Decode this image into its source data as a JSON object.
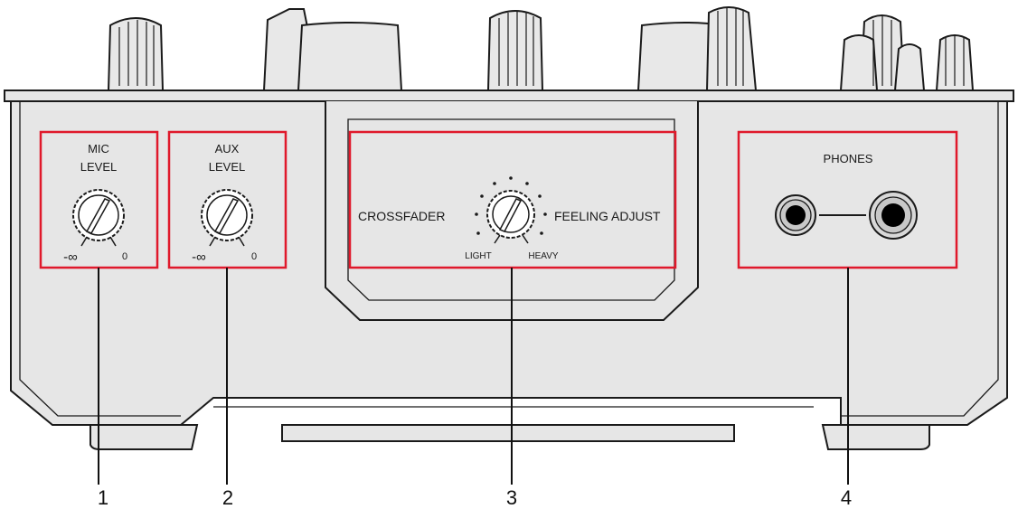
{
  "panel": {
    "mic": {
      "line1": "MIC",
      "line2": "LEVEL",
      "min": "-∞",
      "max": "0"
    },
    "aux": {
      "line1": "AUX",
      "line2": "LEVEL",
      "min": "-∞",
      "max": "0"
    },
    "crossfader": {
      "left": "CROSSFADER",
      "right": "FEELING ADJUST",
      "min": "LIGHT",
      "max": "HEAVY"
    },
    "phones": {
      "label": "PHONES"
    }
  },
  "callouts": [
    "1",
    "2",
    "3",
    "4"
  ],
  "colors": {
    "highlight": "#e0192b",
    "body": "#e6e6e6",
    "outline": "#1a1a1a"
  }
}
